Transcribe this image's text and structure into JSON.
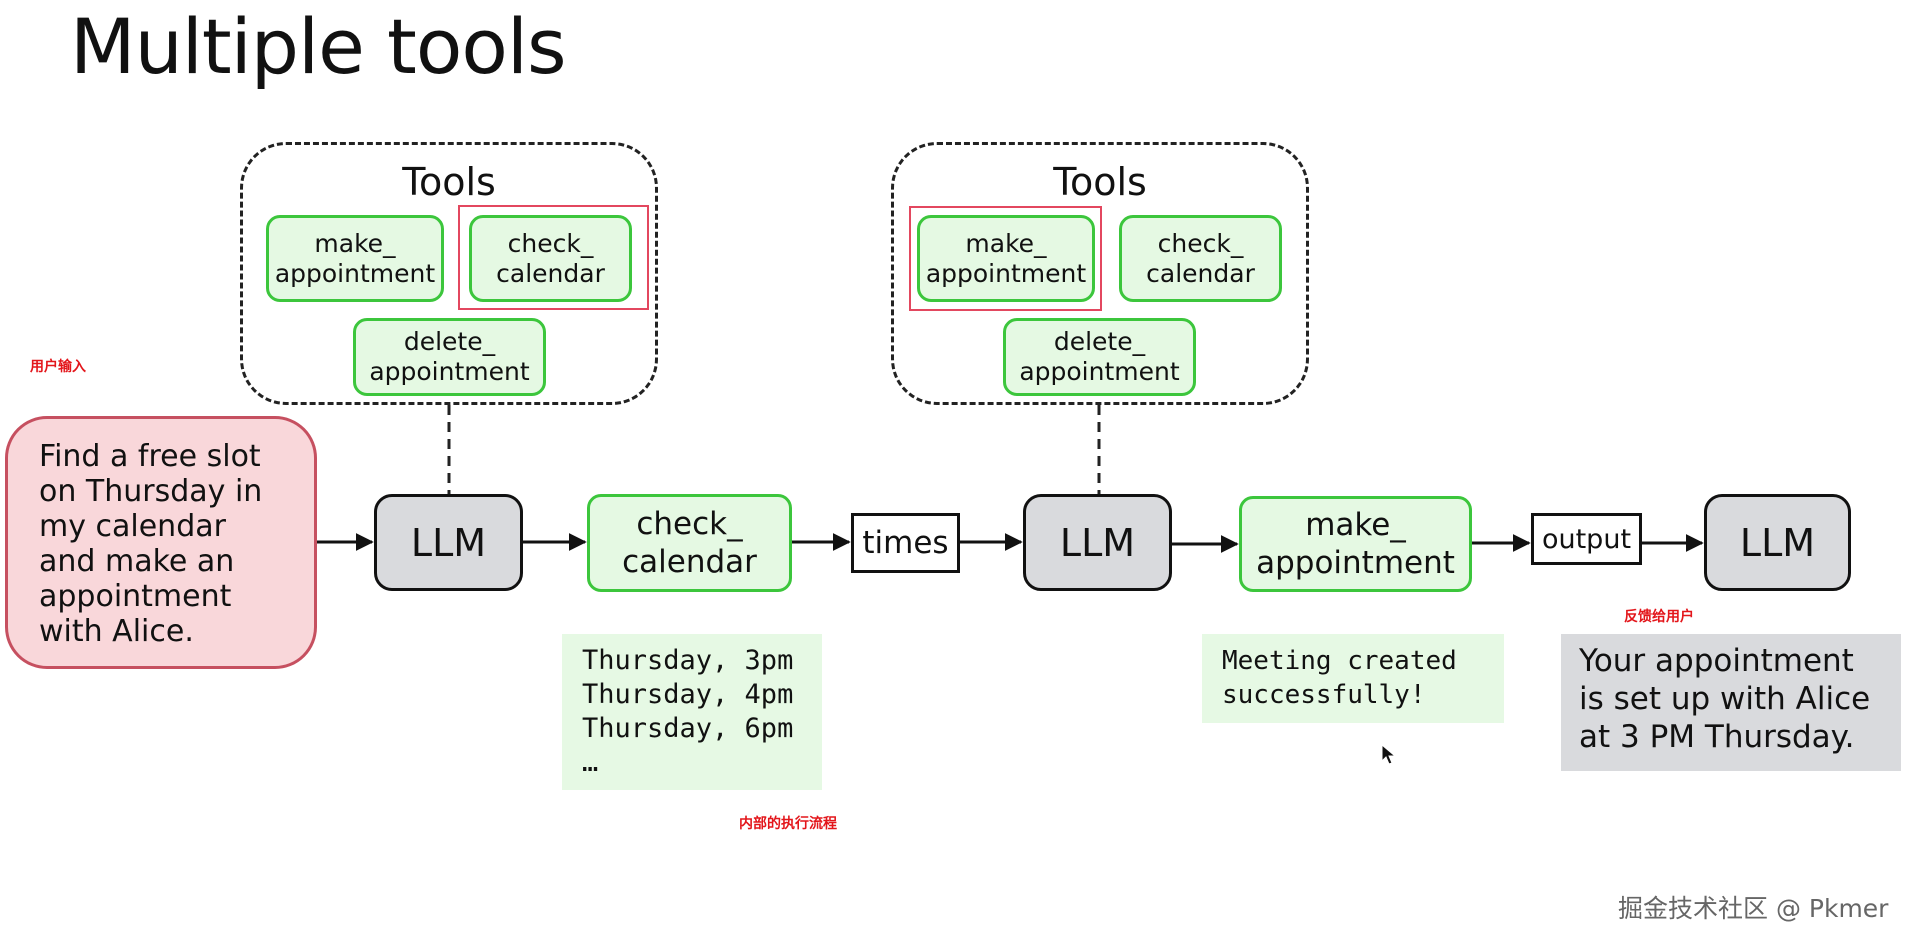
{
  "title": "Multiple tools",
  "tool_groups": [
    {
      "title": "Tools",
      "tools": [
        "make_\nappointment",
        "check_\ncalendar",
        "delete_\nappointment"
      ],
      "selected": "check_\ncalendar"
    },
    {
      "title": "Tools",
      "tools": [
        "make_\nappointment",
        "check_\ncalendar",
        "delete_\nappointment"
      ],
      "selected": "make_\nappointment"
    }
  ],
  "user_input_label": "用户输入",
  "user_input": "Find a free slot\non Thursday in\nmy calendar\nand make an\nappointment\nwith Alice.",
  "flow": {
    "llm_1": "LLM",
    "tool_call_1": "check_\ncalendar",
    "result_1": "times",
    "llm_2": "LLM",
    "tool_call_2": "make_\nappointment",
    "result_2": "output",
    "llm_3": "LLM"
  },
  "calendar_output": "Thursday, 3pm\nThursday, 4pm\nThursday, 6pm\n…",
  "internal_label": "内部的执行流程",
  "make_output": "Meeting created\nsuccessfully!",
  "feedback_label": "反馈给用户",
  "final_reply": "Your appointment\nis set up with Alice\nat 3 PM Thursday.",
  "watermark": "掘金技术社区 @ Pkmer",
  "colors": {
    "tool_fill": "#e5f9e3",
    "tool_border": "#3cc63c",
    "highlight": "#e3475f",
    "llm_fill": "#d9dadd",
    "input_fill": "#f9d7da",
    "label_red": "#e3161b"
  }
}
